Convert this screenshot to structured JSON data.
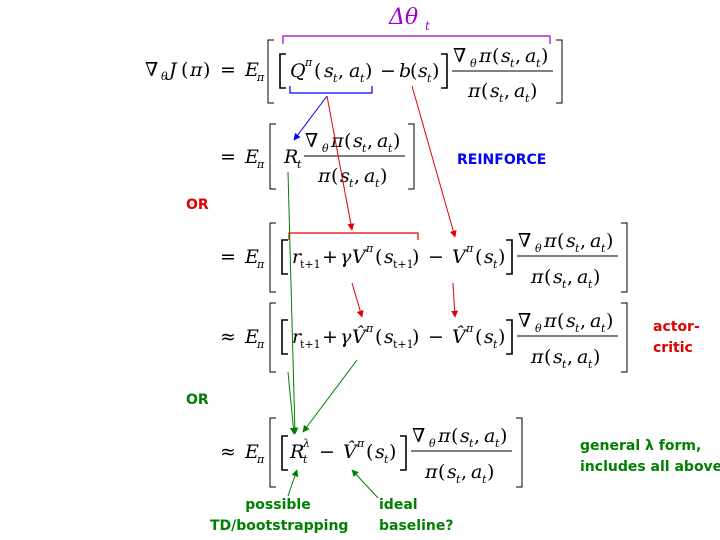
{
  "annotations": {
    "delta_theta": "Δθ",
    "delta_theta_sub": "t",
    "reinforce": "REINFORCE",
    "or_1": "OR",
    "or_2": "OR",
    "actor_critic_1": "actor-",
    "actor_critic_2": "critic",
    "general_lambda_1": "general λ form,",
    "general_lambda_2": "includes all above",
    "possible_1": "possible",
    "possible_2": "TD/bootstrapping",
    "ideal_1": "ideal",
    "ideal_2": "baseline?"
  },
  "equations": [
    {
      "id": "policy-gradient",
      "relation": "",
      "lhs": "∇θJ(π)",
      "target": "Qπ(st, at) − b(st)"
    },
    {
      "id": "reinforce",
      "relation": "=",
      "target": "Rt"
    },
    {
      "id": "td-true-value",
      "relation": "=",
      "target": "rt+1 + γVπ(st+1) − Vπ(st)"
    },
    {
      "id": "actor-critic",
      "relation": "≈",
      "target": "rt+1 + γV̂π(st+1) − V̂π(st)"
    },
    {
      "id": "lambda-return",
      "relation": "≈",
      "target": "Rtλ − V̂π(st)"
    }
  ],
  "colors": {
    "red": "#e00000",
    "green": "#008000",
    "blue": "#0000ff",
    "purple": "#9900cc",
    "ink": "#000000"
  }
}
